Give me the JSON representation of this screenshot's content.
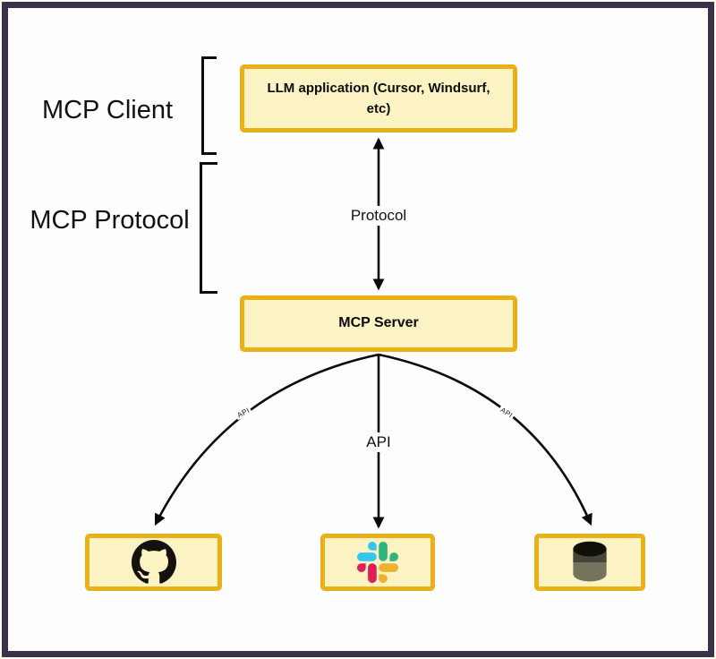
{
  "labels": {
    "mcp_client": "MCP Client",
    "mcp_protocol": "MCP Protocol"
  },
  "nodes": {
    "llm_app": {
      "label": "LLM application (Cursor, Windsurf, etc)",
      "lines": [
        "LLM application (Cursor, Windsurf,",
        "etc)"
      ]
    },
    "mcp_server": {
      "label": "MCP Server"
    },
    "github_tool": {
      "icon": "github-logo"
    },
    "slack_tool": {
      "icon": "slack-logo"
    },
    "database_tool": {
      "icon": "database-icon"
    }
  },
  "edges": {
    "protocol": {
      "label": "Protocol"
    },
    "api_center": {
      "label": "API"
    },
    "api_left": {
      "label": "API"
    },
    "api_right": {
      "label": "API"
    }
  },
  "colors": {
    "frame_border": "#3E3248",
    "node_fill": "#FBF3C3",
    "node_border": "#E9B117",
    "line": "#0B0B0B",
    "github_black": "#14110E",
    "slack_blue": "#36C5F0",
    "slack_green": "#2EB67D",
    "slack_red": "#E01E5A",
    "slack_yellow": "#ECB22E",
    "db_dark": "#111108",
    "db_mid": "#45453C",
    "db_light": "#76735C"
  }
}
